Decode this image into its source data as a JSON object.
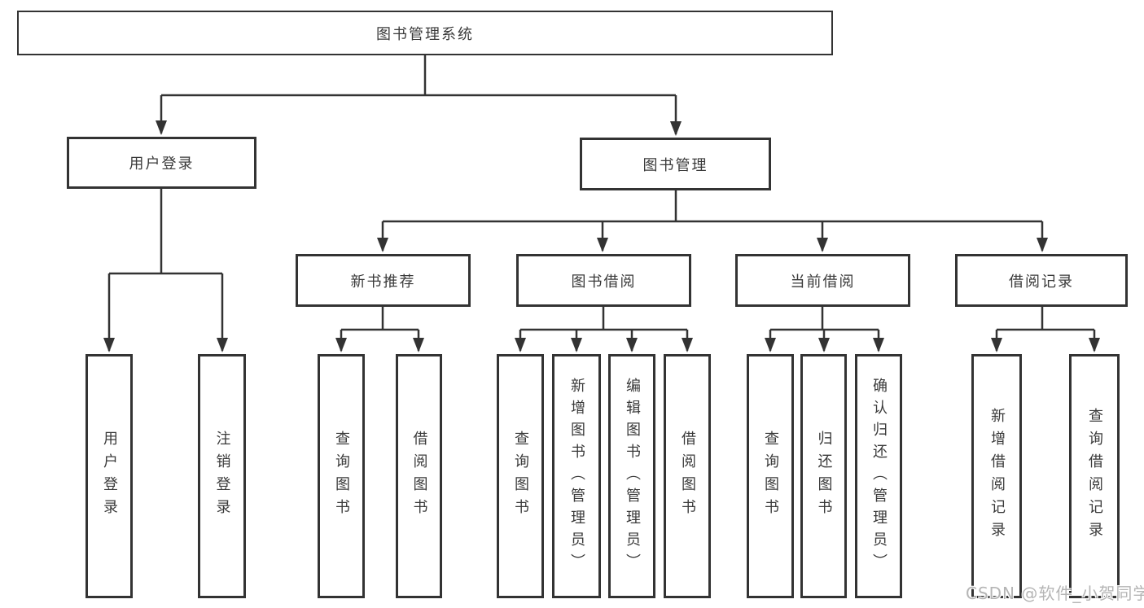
{
  "diagram_type": "hierarchy-tree",
  "tree": {
    "label": "图书管理系统",
    "children": [
      {
        "label": "用户登录",
        "children": [
          {
            "label": "用户登录"
          },
          {
            "label": "注销登录"
          }
        ]
      },
      {
        "label": "图书管理",
        "children": [
          {
            "label": "新书推荐",
            "children": [
              {
                "label": "查询图书"
              },
              {
                "label": "借阅图书"
              }
            ]
          },
          {
            "label": "图书借阅",
            "children": [
              {
                "label": "查询图书"
              },
              {
                "label": "新增图书（管理员）"
              },
              {
                "label": "编辑图书（管理员）"
              },
              {
                "label": "借阅图书"
              }
            ]
          },
          {
            "label": "当前借阅",
            "children": [
              {
                "label": "查询图书"
              },
              {
                "label": "归还图书"
              },
              {
                "label": "确认归还（管理员）"
              }
            ]
          },
          {
            "label": "借阅记录",
            "children": [
              {
                "label": "新增借阅记录"
              },
              {
                "label": "查询借阅记录"
              }
            ]
          }
        ]
      }
    ]
  },
  "watermark": {
    "text": "CSDN @软件_小贺同学"
  },
  "colors": {
    "background": "#ffffff",
    "line": "#333333",
    "box_border": "#333333",
    "text": "#3a3a3a",
    "watermark": "#b5b5b5"
  }
}
